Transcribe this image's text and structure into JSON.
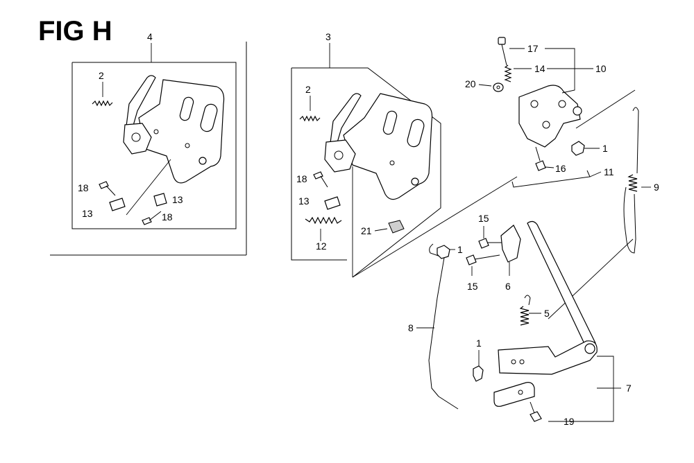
{
  "figure": {
    "title": "FIG H"
  },
  "callouts": {
    "c1a": "1",
    "c1b": "1",
    "c1c": "1",
    "c2a": "2",
    "c2b": "2",
    "c3": "3",
    "c4": "4",
    "c5": "5",
    "c6": "6",
    "c7": "7",
    "c8": "8",
    "c9": "9",
    "c10": "10",
    "c11": "11",
    "c12": "12",
    "c13a": "13",
    "c13b": "13",
    "c13c": "13",
    "c14": "14",
    "c15a": "15",
    "c15b": "15",
    "c16": "16",
    "c17": "17",
    "c18a": "18",
    "c18b": "18",
    "c18c": "18",
    "c19": "19",
    "c20": "20",
    "c21": "21"
  }
}
